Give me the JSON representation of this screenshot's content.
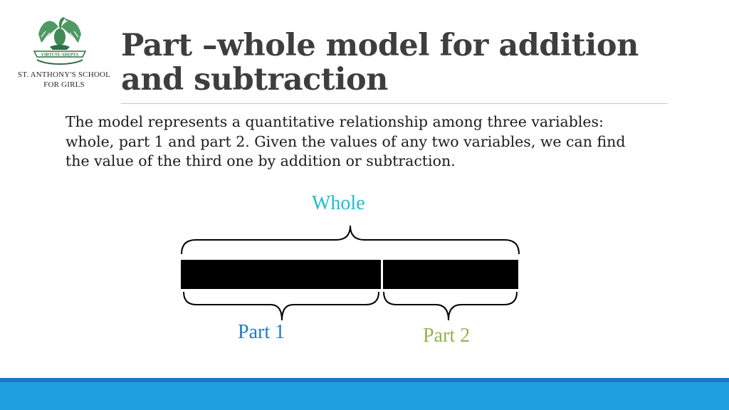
{
  "school": {
    "motto": "VIRTUTE ADEPTA",
    "name_line1": "ST. ANTHONY'S SCHOOL",
    "name_line2": "FOR GIRLS"
  },
  "title": {
    "line1": "Part –whole model for addition",
    "line2": "and subtraction"
  },
  "intro": {
    "line1": "The model represents a quantitative relationship among three variables:",
    "line2": "whole, part 1 and part 2. Given the values of any two variables, we can find",
    "line3": "the value of the third one by addition or subtraction."
  },
  "diagram": {
    "whole_label": "Whole",
    "part1_label": "Part 1",
    "part2_label": "Part 2",
    "colors": {
      "whole": "#1fbcd0",
      "part1": "#1a7ec7",
      "part2": "#93b54a",
      "bar": "#000000"
    }
  },
  "footer": {
    "colors": {
      "dark": "#1e77c3",
      "light": "#1f9fdf"
    }
  }
}
